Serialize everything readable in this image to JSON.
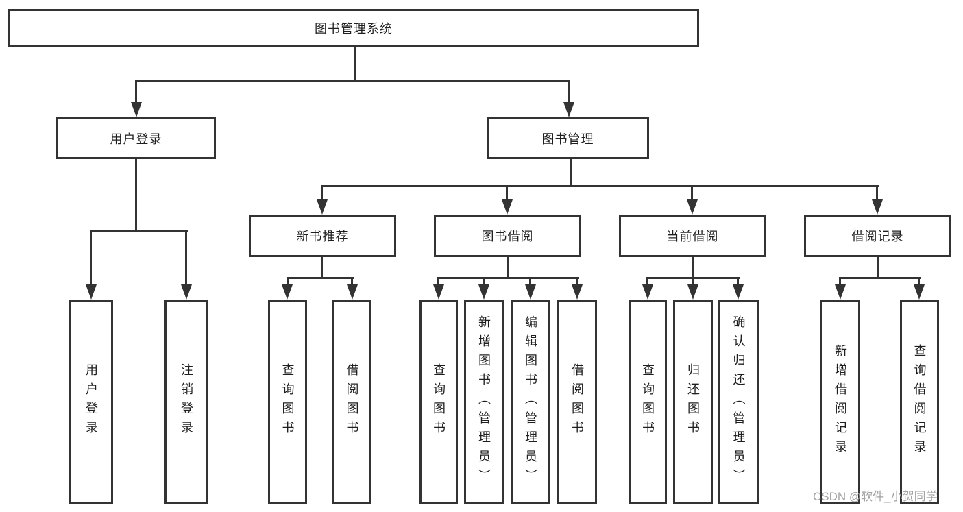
{
  "title": {
    "label": "图书管理系统"
  },
  "tree": {
    "user_login": {
      "label": "用户登录",
      "children": [
        {
          "label": "用户登录"
        },
        {
          "label": "注销登录"
        }
      ]
    },
    "book_management": {
      "label": "图书管理",
      "children": [
        {
          "label": "新书推荐",
          "children": [
            {
              "label": "查询图书"
            },
            {
              "label": "借阅图书"
            }
          ]
        },
        {
          "label": "图书借阅",
          "children": [
            {
              "label": "查询图书"
            },
            {
              "label": "新增图书（管理员）"
            },
            {
              "label": "编辑图书（管理员）"
            },
            {
              "label": "借阅图书"
            }
          ]
        },
        {
          "label": "当前借阅",
          "children": [
            {
              "label": "查询图书"
            },
            {
              "label": "归还图书"
            },
            {
              "label": "确认归还（管理员）"
            }
          ]
        },
        {
          "label": "借阅记录",
          "children": [
            {
              "label": "新增借阅记录"
            },
            {
              "label": "查询借阅记录"
            }
          ]
        }
      ]
    }
  },
  "watermark": {
    "text": "CSDN @软件_小贺同学"
  },
  "colors": {
    "line": "#333333",
    "text": "#1f1f1f",
    "watermark": "#a3a3a3",
    "background": "#ffffff"
  }
}
